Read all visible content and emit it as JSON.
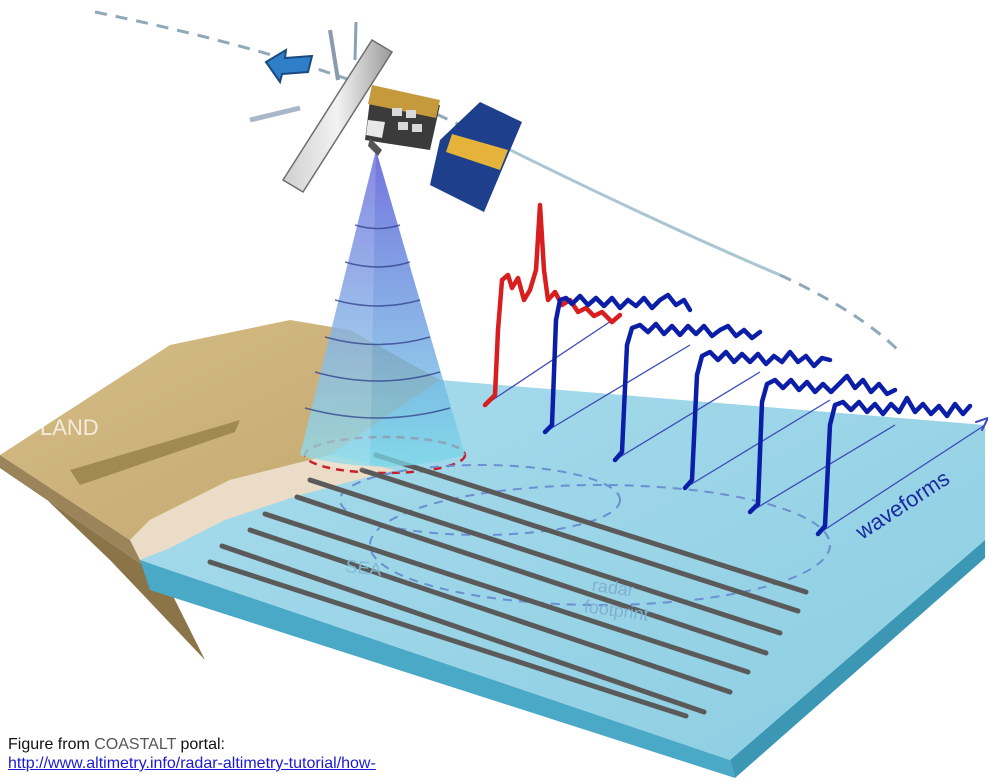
{
  "labels": {
    "land": "LAND",
    "sea": "SEA",
    "radar_footprint_line1": "radar",
    "radar_footprint_line2": "footprint",
    "waveforms": "waveforms"
  },
  "caption": {
    "prefix": "Figure from ",
    "portal": "COASTALT",
    "suffix": " portal:",
    "link_text": "http://www.altimetry.info/radar-altimetry-tutorial/how-"
  },
  "colors": {
    "sea": "#8fd0e6",
    "sea_side": "#4fb0cc",
    "land": "#c9b07a",
    "waveform_land": "#d81e1e",
    "waveform_sea": "#0a1ea8",
    "tracks": "#5a5a5a",
    "orbit": "#9ab8c8"
  },
  "icons": {
    "satellite": "satellite-icon",
    "direction": "arrow-icon"
  }
}
